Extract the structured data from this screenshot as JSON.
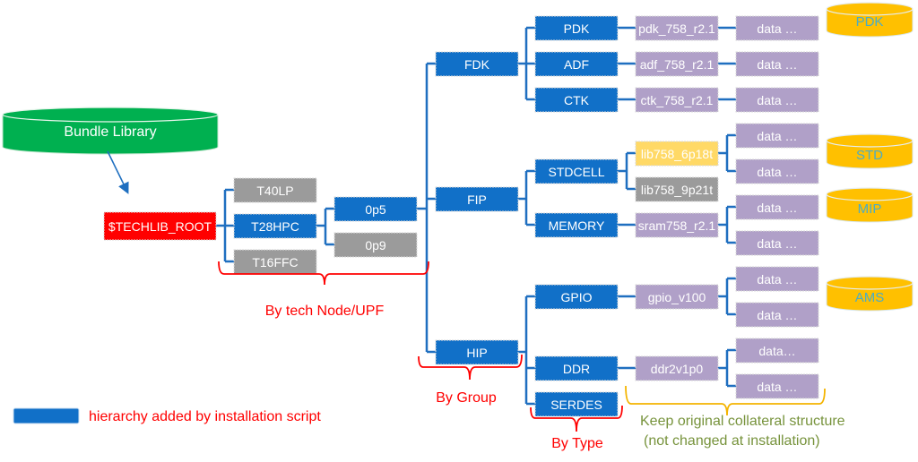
{
  "colors": {
    "hierarchy_blue": "#1170c8",
    "root_red": "#ff0000",
    "gray": "#9b9b9b",
    "purple": "#b0a0c8",
    "yellow": "#ffd966",
    "db_gold": "#ffc000",
    "db_text": "#4bacc6",
    "bundle_green": "#00b050",
    "connector": "#1f6fc0",
    "annotation_red": "#ff0000",
    "brace_orange": "#f4b400",
    "annotation_green": "#77933c"
  },
  "bundle_library": {
    "label": "Bundle Library"
  },
  "root": {
    "label": "$TECHLIB_ROOT"
  },
  "tech_nodes": [
    {
      "label": "T40LP",
      "type": "gray"
    },
    {
      "label": "T28HPC",
      "type": "blue"
    },
    {
      "label": "T16FFC",
      "type": "gray"
    }
  ],
  "voltages": [
    {
      "label": "0p5",
      "type": "blue"
    },
    {
      "label": "0p9",
      "type": "gray"
    }
  ],
  "groups": [
    {
      "label": "FDK"
    },
    {
      "label": "FIP"
    },
    {
      "label": "HIP"
    }
  ],
  "types": [
    {
      "label": "PDK"
    },
    {
      "label": "ADF"
    },
    {
      "label": "CTK"
    },
    {
      "label": "STDCELL"
    },
    {
      "label": "MEMORY"
    },
    {
      "label": "GPIO"
    },
    {
      "label": "DDR"
    },
    {
      "label": "SERDES"
    }
  ],
  "collaterals": [
    {
      "label": "pdk_758_r2.1",
      "type": "purple"
    },
    {
      "label": "adf_758_r2.1",
      "type": "purple"
    },
    {
      "label": "ctk_758_r2.1",
      "type": "purple"
    },
    {
      "label": "lib758_6p18t",
      "type": "yellow"
    },
    {
      "label": "lib758_9p21t",
      "type": "gray"
    },
    {
      "label": "sram758_r2.1",
      "type": "purple"
    },
    {
      "label": "gpio_v100",
      "type": "purple"
    },
    {
      "label": "ddr2v1p0",
      "type": "purple"
    }
  ],
  "data_nodes": [
    {
      "label": "data …"
    },
    {
      "label": "data …"
    },
    {
      "label": "data …"
    },
    {
      "label": "data …"
    },
    {
      "label": "data …"
    },
    {
      "label": "data …"
    },
    {
      "label": "data …"
    },
    {
      "label": "data  …"
    },
    {
      "label": "data …"
    },
    {
      "label": "data…"
    },
    {
      "label": "data …"
    }
  ],
  "databases": [
    {
      "label": "PDK"
    },
    {
      "label": "STD"
    },
    {
      "label": "MIP"
    },
    {
      "label": "AMS"
    }
  ],
  "annotations": {
    "by_tech_node": "By tech Node/UPF",
    "by_group": "By Group",
    "by_type": "By Type",
    "keep_line1": "Keep original collateral structure",
    "keep_line2": "(not changed at installation)"
  },
  "legend": {
    "label": "hierarchy added by installation script"
  }
}
